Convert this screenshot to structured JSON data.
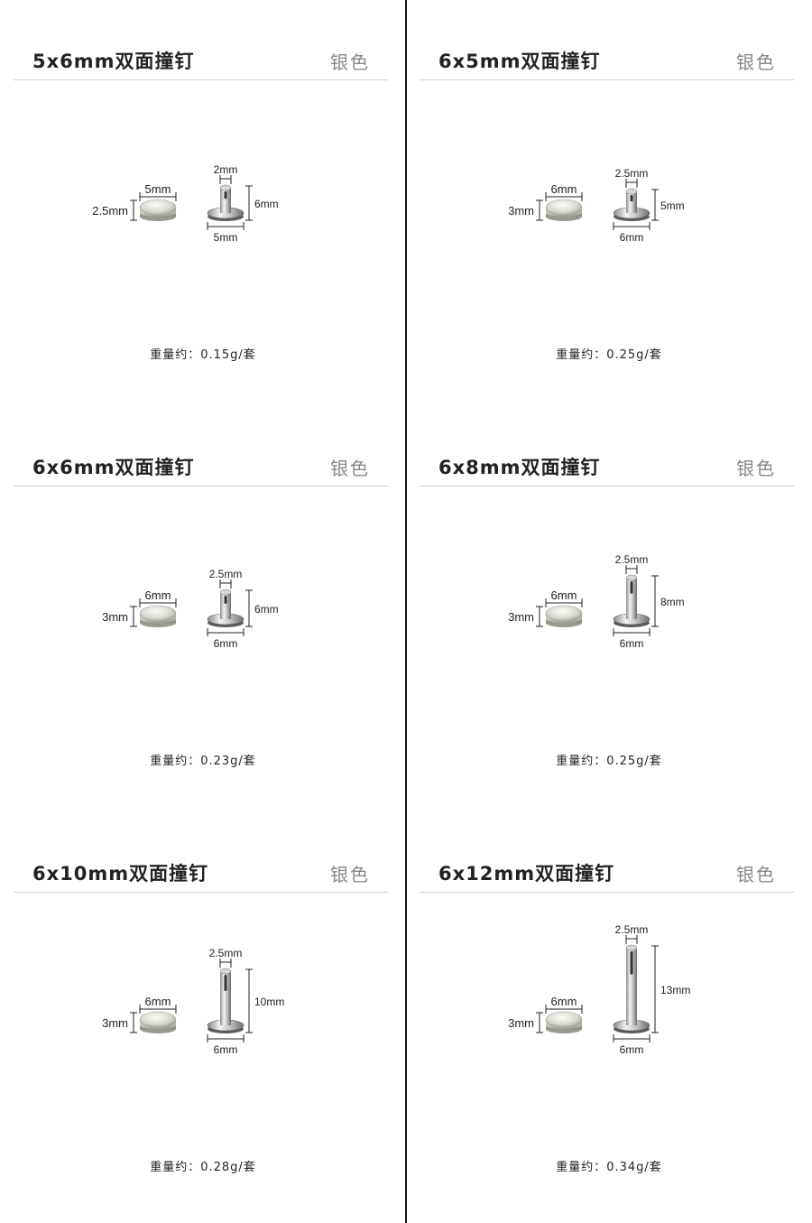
{
  "products": [
    {
      "title": "5x6mm双面撞钉",
      "color": "银色",
      "cap_w": "5mm",
      "cap_h": "2.5mm",
      "post_top": "2mm",
      "post_h": "6mm",
      "base_w": "5mm",
      "weight": "重量约：0.15g/套"
    },
    {
      "title": "6x5mm双面撞钉",
      "color": "银色",
      "cap_w": "6mm",
      "cap_h": "3mm",
      "post_top": "2.5mm",
      "post_h": "5mm",
      "base_w": "6mm",
      "weight": "重量约：0.25g/套"
    },
    {
      "title": "6x6mm双面撞钉",
      "color": "银色",
      "cap_w": "6mm",
      "cap_h": "3mm",
      "post_top": "2.5mm",
      "post_h": "6mm",
      "base_w": "6mm",
      "weight": "重量约：0.23g/套"
    },
    {
      "title": "6x8mm双面撞钉",
      "color": "银色",
      "cap_w": "6mm",
      "cap_h": "3mm",
      "post_top": "2.5mm",
      "post_h": "8mm",
      "base_w": "6mm",
      "weight": "重量约：0.25g/套"
    },
    {
      "title": "6x10mm双面撞钉",
      "color": "银色",
      "cap_w": "6mm",
      "cap_h": "3mm",
      "post_top": "2.5mm",
      "post_h": "10mm",
      "base_w": "6mm",
      "weight": "重量约：0.28g/套"
    },
    {
      "title": "6x12mm双面撞钉",
      "color": "银色",
      "cap_w": "6mm",
      "cap_h": "3mm",
      "post_top": "2.5mm",
      "post_h": "13mm",
      "base_w": "6mm",
      "weight": "重量约：0.34g/套"
    }
  ]
}
